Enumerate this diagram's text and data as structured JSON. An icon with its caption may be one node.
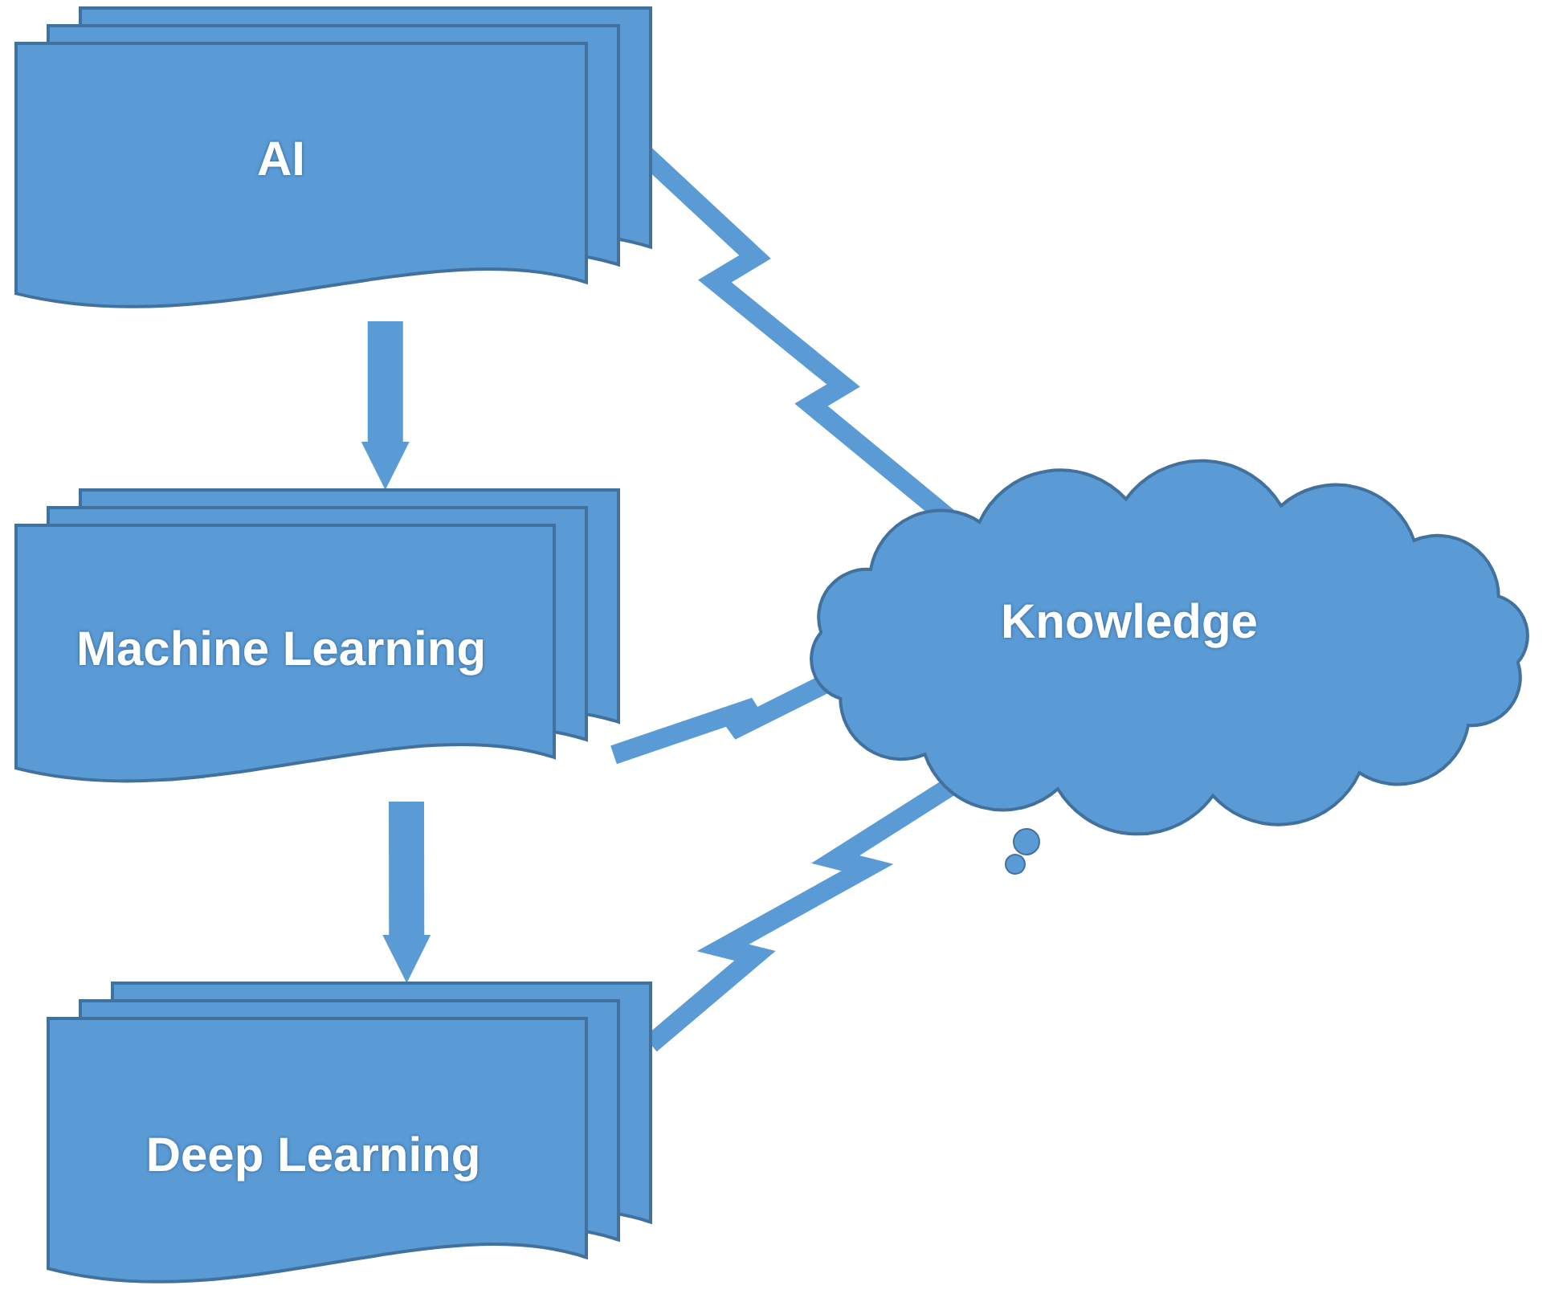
{
  "diagram": {
    "nodes": [
      {
        "text": [
          "AI"
        ]
      },
      {
        "text": [
          "Machine Learning"
        ]
      },
      {
        "text": [
          "Deep Learning"
        ]
      },
      {
        "text": [
          "Knowledge"
        ]
      }
    ],
    "edges": [
      {
        "from": 0,
        "to": 1,
        "arrow": "to",
        "style": "thick"
      },
      {
        "from": 1,
        "to": 2,
        "arrow": "to",
        "style": "thick"
      },
      {
        "from": 0,
        "to": 3,
        "arrow": "none"
      },
      {
        "from": 1,
        "to": 3,
        "arrow": "none"
      },
      {
        "from": 2,
        "to": 3,
        "arrow": "none"
      }
    ]
  }
}
